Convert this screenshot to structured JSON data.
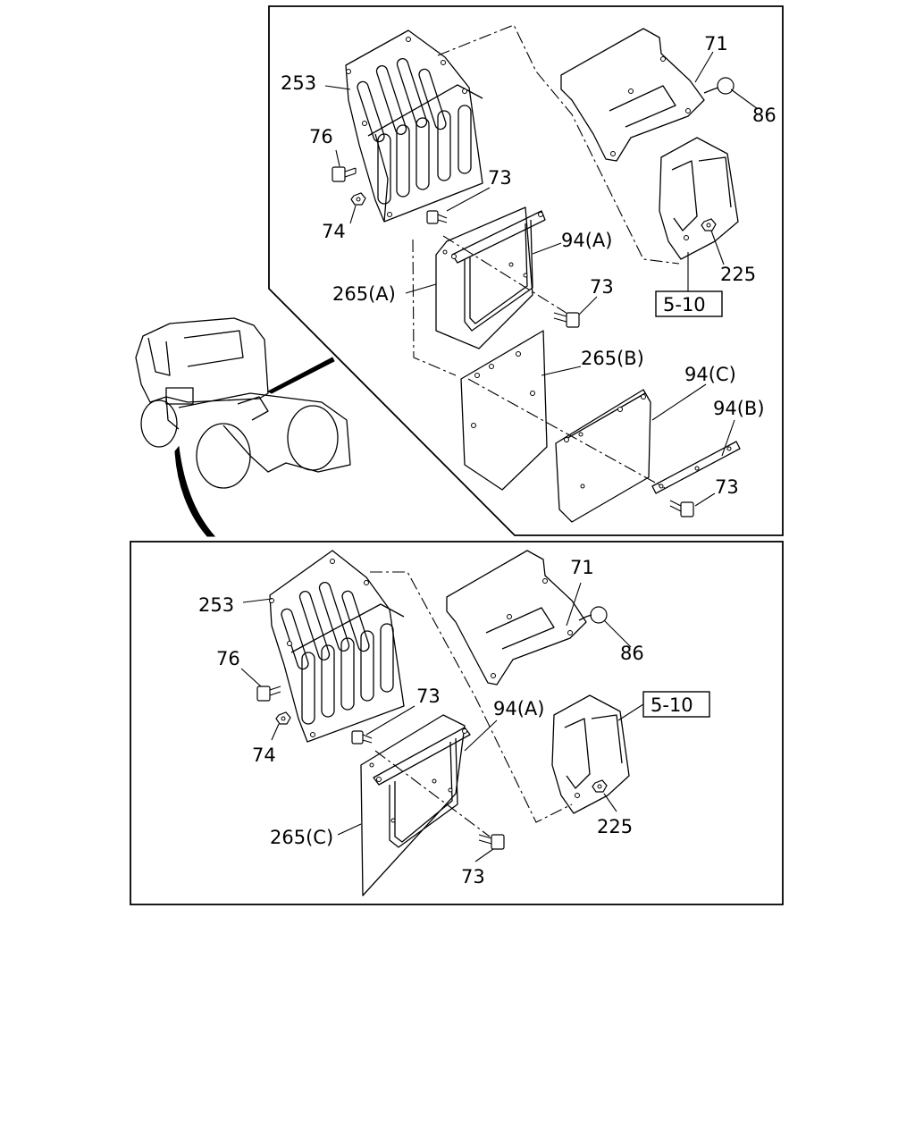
{
  "top_panel": {
    "labels": {
      "p253": "253",
      "p76": "76",
      "p74": "74",
      "p73a": "73",
      "p73b": "73",
      "p73c": "73",
      "p265a": "265(A)",
      "p265b": "265(B)",
      "p94a": "94(A)",
      "p94b": "94(B)",
      "p94c": "94(C)",
      "p71": "71",
      "p86": "86",
      "p225": "225",
      "ref": "5-10"
    }
  },
  "bottom_panel": {
    "labels": {
      "p253": "253",
      "p76": "76",
      "p74": "74",
      "p73a": "73",
      "p73b": "73",
      "p265c": "265(C)",
      "p94a": "94(A)",
      "p71": "71",
      "p86": "86",
      "p225": "225",
      "ref": "5-10"
    }
  }
}
